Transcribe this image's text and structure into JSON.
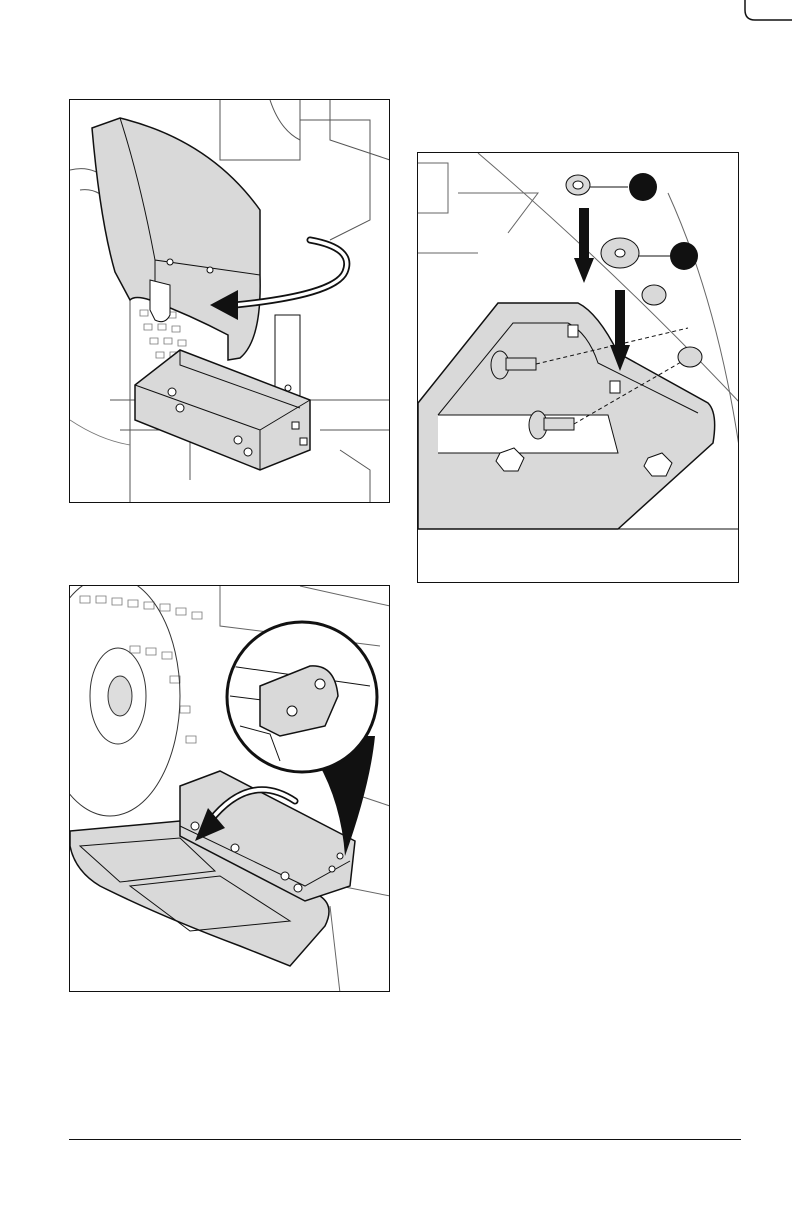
{
  "page": {
    "background": "#ffffff",
    "ink": "#111111",
    "fill_gray": "#d9d9d9",
    "callout_black": "#111111"
  },
  "figures": [
    {
      "id": "fig1",
      "subject": "chute-flap-rotating-onto-bracket",
      "icons": [
        "rotation-arrow-icon"
      ]
    },
    {
      "id": "fig2",
      "subject": "hardware-detail",
      "icons": [
        "down-arrow-icon",
        "callout-dot-icon"
      ],
      "callouts": [
        "",
        ""
      ]
    },
    {
      "id": "fig3",
      "subject": "mounted-bracket-with-zoom-inset",
      "icons": [
        "rotation-arrow-icon",
        "magnifier-inset"
      ]
    }
  ]
}
